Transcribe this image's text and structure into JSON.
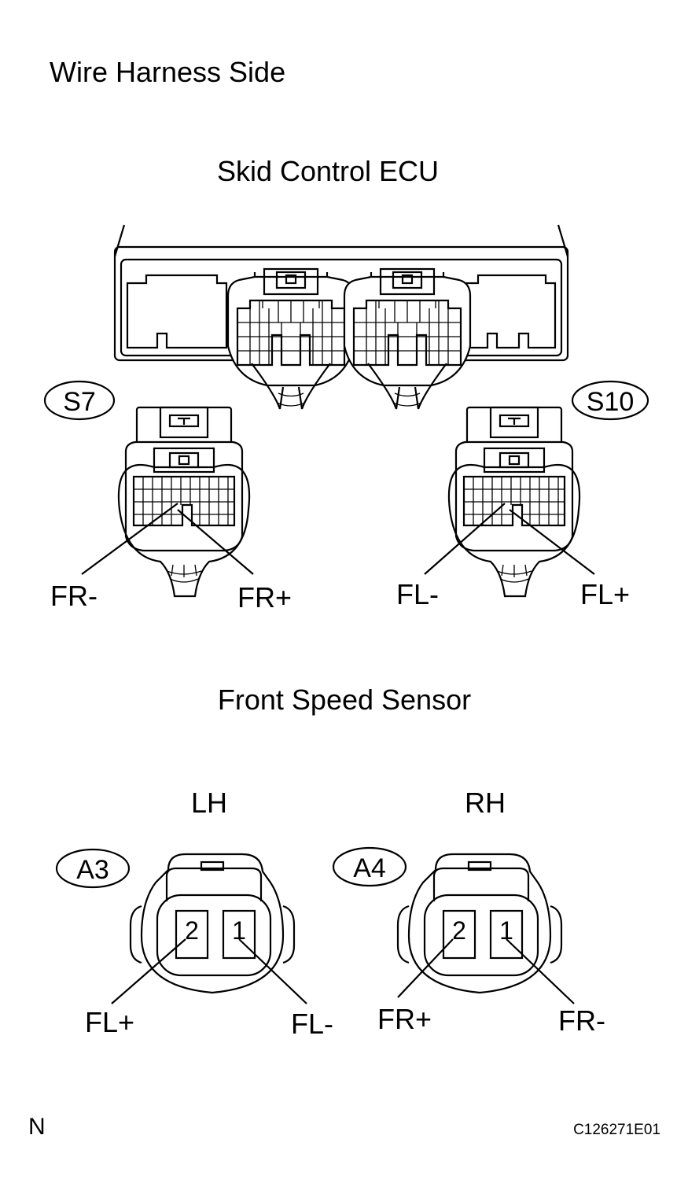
{
  "title": "Wire Harness Side",
  "ecu": {
    "title": "Skid Control  ECU",
    "connectors": {
      "left": {
        "id": "S7",
        "pins": {
          "minus": "FR-",
          "plus": "FR+"
        }
      },
      "right": {
        "id": "S10",
        "pins": {
          "minus": "FL-",
          "plus": "FL+"
        }
      }
    }
  },
  "sensor": {
    "title": "Front Speed Sensor",
    "lh": {
      "side": "LH",
      "id": "A3",
      "pin2": "2",
      "pin1": "1",
      "label2": "FL+",
      "label1": "FL-"
    },
    "rh": {
      "side": "RH",
      "id": "A4",
      "pin2": "2",
      "pin1": "1",
      "label2": "FR+",
      "label1": "FR-"
    }
  },
  "footer": {
    "north": "N",
    "code": "C126271E01"
  }
}
